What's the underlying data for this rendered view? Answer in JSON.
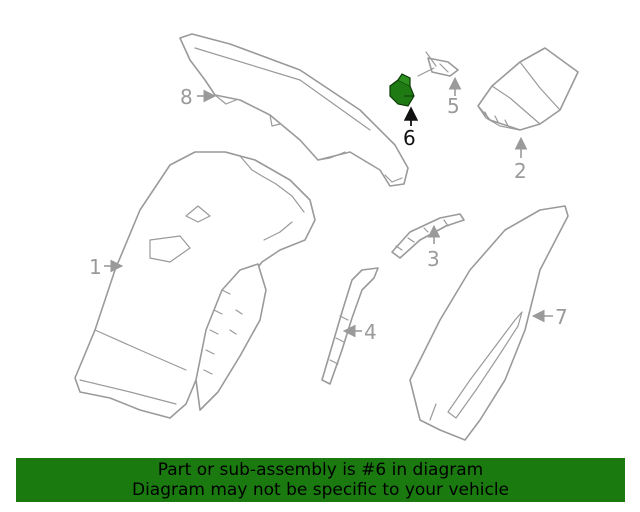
{
  "diagram": {
    "callouts": {
      "p1": "1",
      "p2": "2",
      "p3": "3",
      "p4": "4",
      "p5": "5",
      "p6": "6",
      "p7": "7",
      "p8": "8"
    },
    "highlight_color": "#1f7a14",
    "line_color": "#9a9a9a"
  },
  "banner": {
    "line1": "Part or sub-assembly is #6 in diagram",
    "line2": "Diagram may not be specific to your vehicle",
    "background": "#1a7a10"
  }
}
